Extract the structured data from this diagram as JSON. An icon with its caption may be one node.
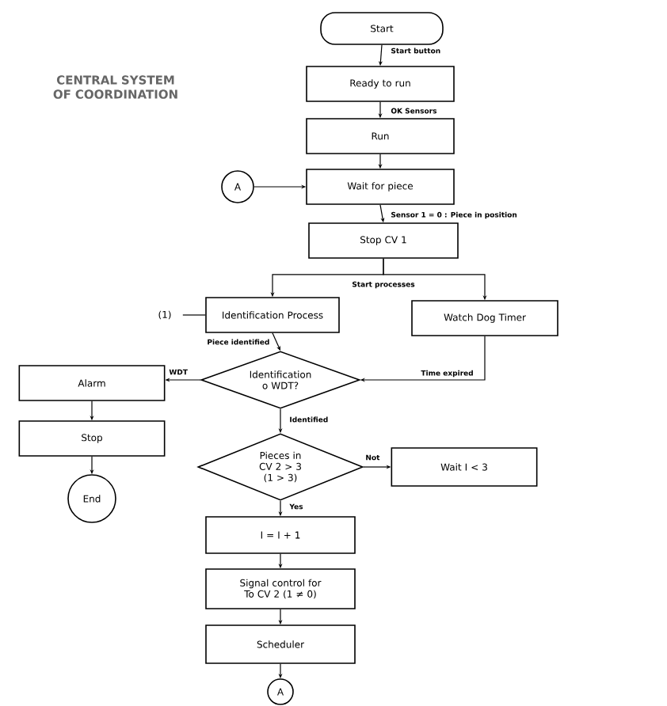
{
  "diagram": {
    "title": "CENTRAL SYSTEM OF COORDINATION",
    "nodes": [
      {
        "text": [
          "Start"
        ]
      },
      {
        "text": [
          "Ready to run"
        ]
      },
      {
        "text": [
          "Run"
        ]
      },
      {
        "text": [
          "Wait for piece"
        ]
      },
      {
        "text": [
          "A"
        ]
      },
      {
        "text": [
          "Stop CV 1"
        ]
      },
      {
        "text": [
          "Identification Process"
        ]
      },
      {
        "text": [
          "Watch Dog Timer"
        ]
      },
      {
        "text": [
          "Identification o WDT?"
        ]
      },
      {
        "text": [
          "Alarm"
        ]
      },
      {
        "text": [
          "Stop"
        ]
      },
      {
        "text": [
          "End"
        ]
      },
      {
        "text": [
          "Pieces in CV 2 > 3 (1 > 3)"
        ]
      },
      {
        "text": [
          "Wait I < 3"
        ]
      },
      {
        "text": [
          "I = I + 1"
        ]
      },
      {
        "text": [
          "Signal control for To CV 2 (1 ≠ 0)"
        ]
      },
      {
        "text": [
          "Scheduler"
        ]
      },
      {
        "text": [
          "A"
        ]
      },
      {
        "text": [
          "(1)"
        ]
      }
    ],
    "edges": [
      {
        "from": 0,
        "to": 1,
        "arrow": "to",
        "label": "Start button"
      },
      {
        "from": 1,
        "to": 2,
        "arrow": "to",
        "label": "OK Sensors"
      },
      {
        "from": 2,
        "to": 3,
        "arrow": "to"
      },
      {
        "from": 4,
        "to": 3,
        "arrow": "to"
      },
      {
        "from": 3,
        "to": 5,
        "arrow": "to",
        "label": "Sensor 1 = 0 : Piece in position"
      },
      {
        "from": 5,
        "to": 6,
        "arrow": "to",
        "label": "Start processes"
      },
      {
        "from": 5,
        "to": 7,
        "arrow": "to"
      },
      {
        "from": 6,
        "to": 8,
        "arrow": "to",
        "label": "Piece identified"
      },
      {
        "from": 7,
        "to": 8,
        "arrow": "to",
        "label": "Time expired"
      },
      {
        "from": 8,
        "to": 9,
        "arrow": "to",
        "label": "WDT"
      },
      {
        "from": 9,
        "to": 10,
        "arrow": "to"
      },
      {
        "from": 10,
        "to": 11,
        "arrow": "to"
      },
      {
        "from": 8,
        "to": 12,
        "arrow": "to",
        "label": "Identified"
      },
      {
        "from": 12,
        "to": 13,
        "arrow": "to",
        "label": "Not"
      },
      {
        "from": 12,
        "to": 14,
        "arrow": "to",
        "label": "Yes"
      },
      {
        "from": 14,
        "to": 15,
        "arrow": "to"
      },
      {
        "from": 15,
        "to": 16,
        "arrow": "to"
      },
      {
        "from": 16,
        "to": 17,
        "arrow": "to"
      },
      {
        "from": 18,
        "to": 6,
        "arrow": "none"
      }
    ]
  }
}
